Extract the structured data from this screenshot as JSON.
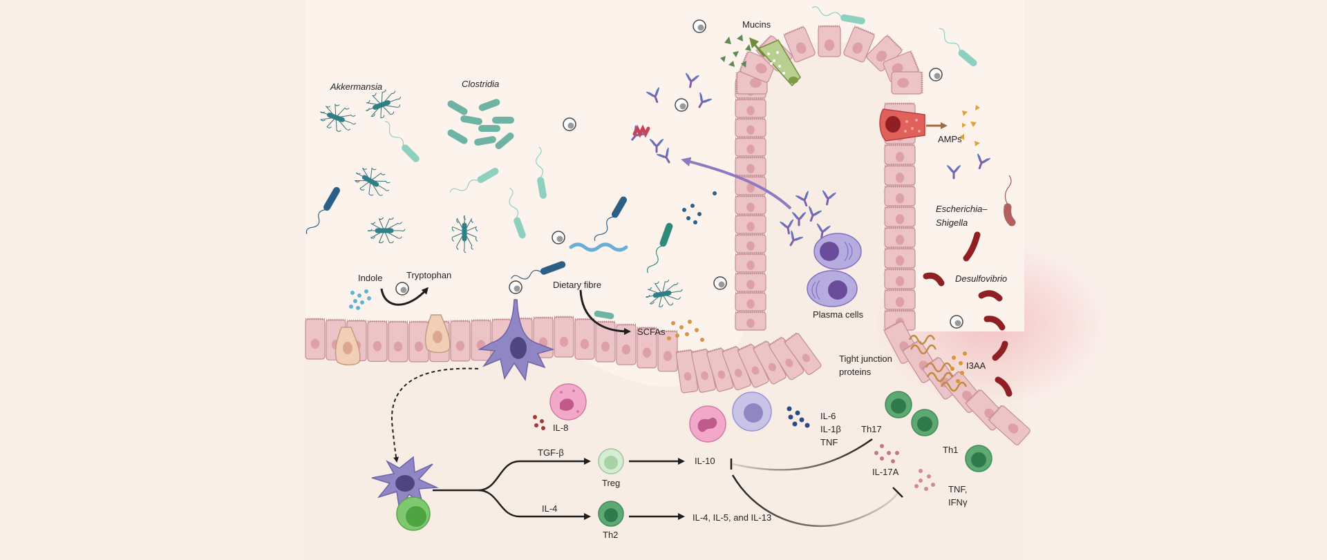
{
  "bacteria": {
    "akkermansia": "Akkermansia",
    "clostridia": "Clostridia",
    "escherichia_line1": "Escherichia–",
    "escherichia_line2": "Shigella",
    "desulfovibrio": "Desulfovibrio"
  },
  "metabolites": {
    "indole": "Indole",
    "tryptophan": "Tryptophan",
    "dietary_fibre": "Dietary fibre",
    "scfas": "SCFAs",
    "i3aa": "I3AA"
  },
  "epithelium": {
    "mucins": "Mucins",
    "amps": "AMPs",
    "plasma_cells": "Plasma cells",
    "tight_junction_line1": "Tight junction",
    "tight_junction_line2": "proteins"
  },
  "immune": {
    "il8": "IL-8",
    "il6": "IL-6",
    "il1b": "IL-1β",
    "tnf": "TNF",
    "tgfb": "TGF-β",
    "il4": "IL-4",
    "treg": "Treg",
    "th2": "Th2",
    "il10": "IL-10",
    "il4513": "IL-4, IL-5, and IL-13",
    "th17": "Th17",
    "il17a": "IL-17A",
    "th1": "Th1",
    "tnf_ifn_line1": "TNF,",
    "tnf_ifn_line2": "IFNγ"
  },
  "colors": {
    "background": "#faeee9",
    "lumen": "#fbf3ec",
    "epithelium_fill": "#ecc3c6",
    "epithelium_stroke": "#c38d94",
    "antibody": "#7e5fa8",
    "dendritic_cell": "#8f86c3",
    "teal_bacteria": "#3d9a9c",
    "desulfovibrio": "#8f1f22",
    "green_tcell": "#3f8a5a"
  }
}
